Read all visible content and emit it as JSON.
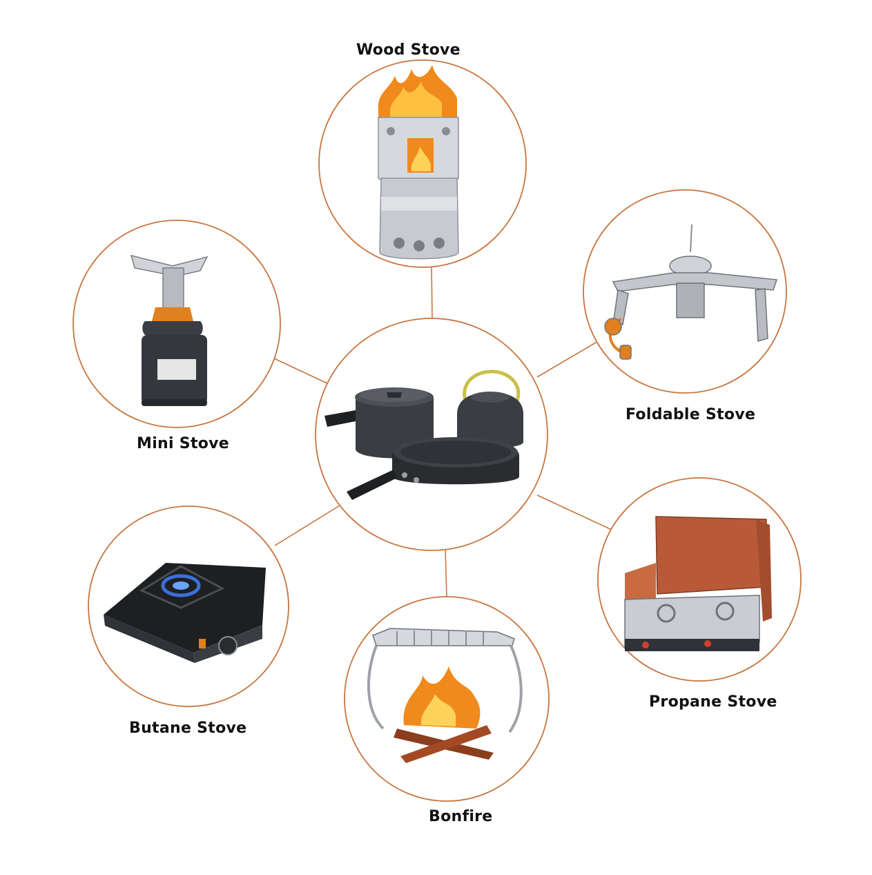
{
  "colors": {
    "ring": "#c8743e",
    "connector": "#c8743e",
    "metal": "#c9ccd0",
    "dark": "#2f3236",
    "flame": "#f08a1c",
    "orange_part": "#e0801e"
  },
  "center": {
    "name": "cookware-set",
    "icon": "pot-pan-kettle-icon"
  },
  "items": [
    {
      "label": "Wood Stove",
      "icon": "wood-stove-icon"
    },
    {
      "label": "Foldable Stove",
      "icon": "foldable-stove-icon"
    },
    {
      "label": "Propane Stove",
      "icon": "propane-stove-icon"
    },
    {
      "label": "Bonfire",
      "icon": "bonfire-icon"
    },
    {
      "label": "Butane Stove",
      "icon": "butane-stove-icon"
    },
    {
      "label": "Mini Stove",
      "icon": "mini-stove-icon"
    }
  ]
}
